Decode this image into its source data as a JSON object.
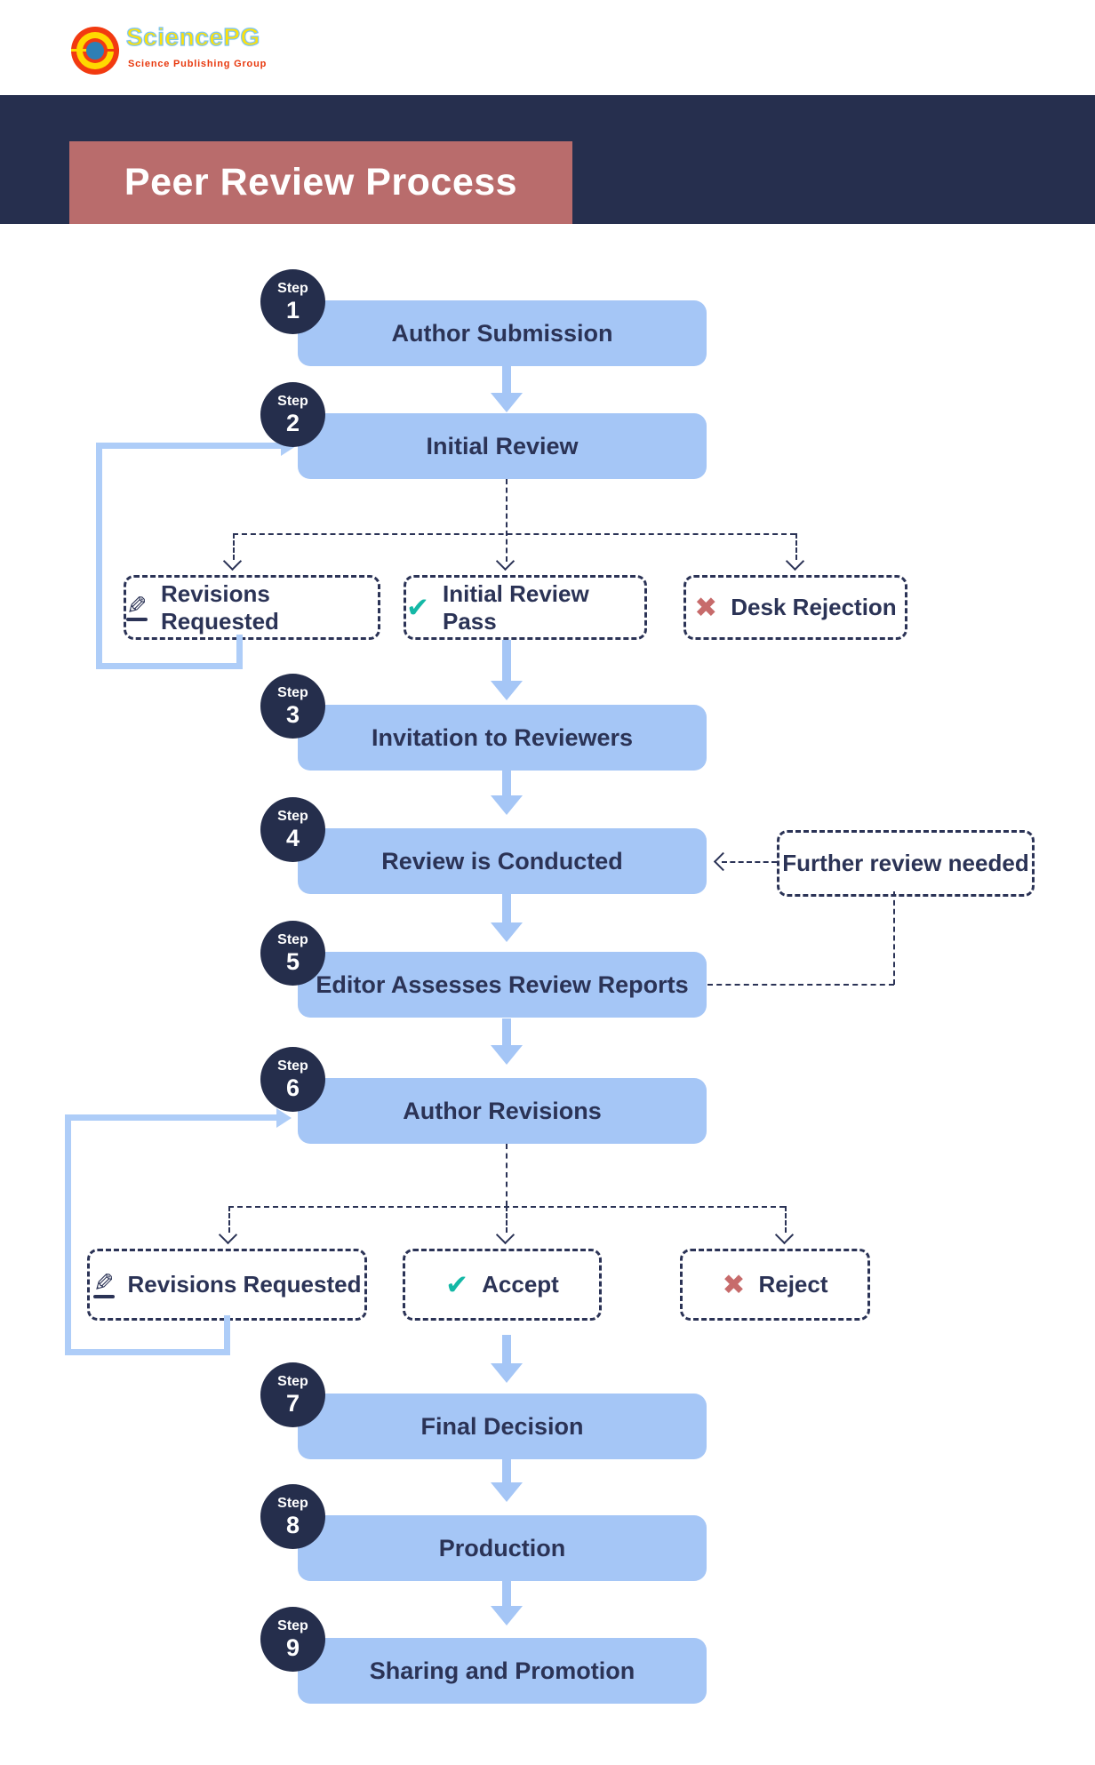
{
  "logo": {
    "brand": "SciencePG",
    "tagline": "Science Publishing Group"
  },
  "header": {
    "title": "Peer Review Process"
  },
  "steps": [
    {
      "step_word": "Step",
      "number": "1",
      "label": "Author Submission"
    },
    {
      "step_word": "Step",
      "number": "2",
      "label": "Initial Review"
    },
    {
      "step_word": "Step",
      "number": "3",
      "label": "Invitation to Reviewers"
    },
    {
      "step_word": "Step",
      "number": "4",
      "label": "Review is Conducted"
    },
    {
      "step_word": "Step",
      "number": "5",
      "label": "Editor Assesses Review Reports"
    },
    {
      "step_word": "Step",
      "number": "6",
      "label": "Author Revisions"
    },
    {
      "step_word": "Step",
      "number": "7",
      "label": "Final Decision"
    },
    {
      "step_word": "Step",
      "number": "8",
      "label": "Production"
    },
    {
      "step_word": "Step",
      "number": "9",
      "label": "Sharing and Promotion"
    }
  ],
  "branches_initial": [
    {
      "label": "Revisions Requested",
      "icon": "pencil-icon",
      "glyph": "✎"
    },
    {
      "label": "Initial Review Pass",
      "icon": "check-icon",
      "glyph": "✔"
    },
    {
      "label": "Desk Rejection",
      "icon": "cross-icon",
      "glyph": "✖"
    }
  ],
  "branches_final": [
    {
      "label": "Revisions Requested",
      "icon": "pencil-icon",
      "glyph": "✎"
    },
    {
      "label": "Accept",
      "icon": "check-icon",
      "glyph": "✔"
    },
    {
      "label": "Reject",
      "icon": "cross-icon",
      "glyph": "✖"
    }
  ],
  "note": {
    "label": "Further review needed"
  },
  "colors": {
    "navy_band": "#262f4e",
    "banner_red": "#b96c6c",
    "box_blue": "#a5c6f6",
    "loop_blue": "#aecdf8",
    "text_navy": "#2b3356",
    "check_teal": "#14b8a6",
    "cross_rose": "#c76b6b",
    "logo_red": "#f23a10",
    "logo_yellow": "#ffd900",
    "logo_blue_core": "#2e7fb5",
    "brand_yellow": "#ffe10a",
    "tagline_red": "#e8380d"
  }
}
